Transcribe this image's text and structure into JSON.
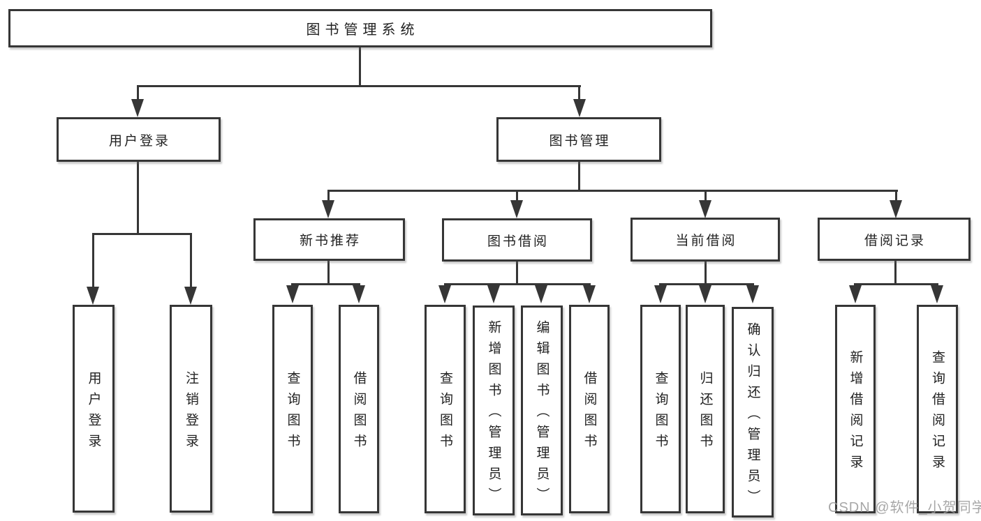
{
  "nodes": {
    "root": "图书管理系统",
    "l2": [
      "用户登录",
      "图书管理"
    ],
    "l3": [
      "新书推荐",
      "图书借阅",
      "当前借阅",
      "借阅记录"
    ],
    "l4": [
      "用户登录",
      "注销登录",
      "查询图书",
      "借阅图书",
      "查询图书",
      "新增图书（管理员）",
      "编辑图书（管理员）",
      "借阅图书",
      "查询图书",
      "归还图书",
      "确认归还（管理员）",
      "新增借阅记录",
      "查询借阅记录"
    ]
  },
  "watermark": {
    "text": "CSDN @软件_小贺同学"
  },
  "colors": {
    "line": "#363636",
    "text": "#222222",
    "watermark": "#9c9c9c",
    "background": "#ffffff"
  }
}
